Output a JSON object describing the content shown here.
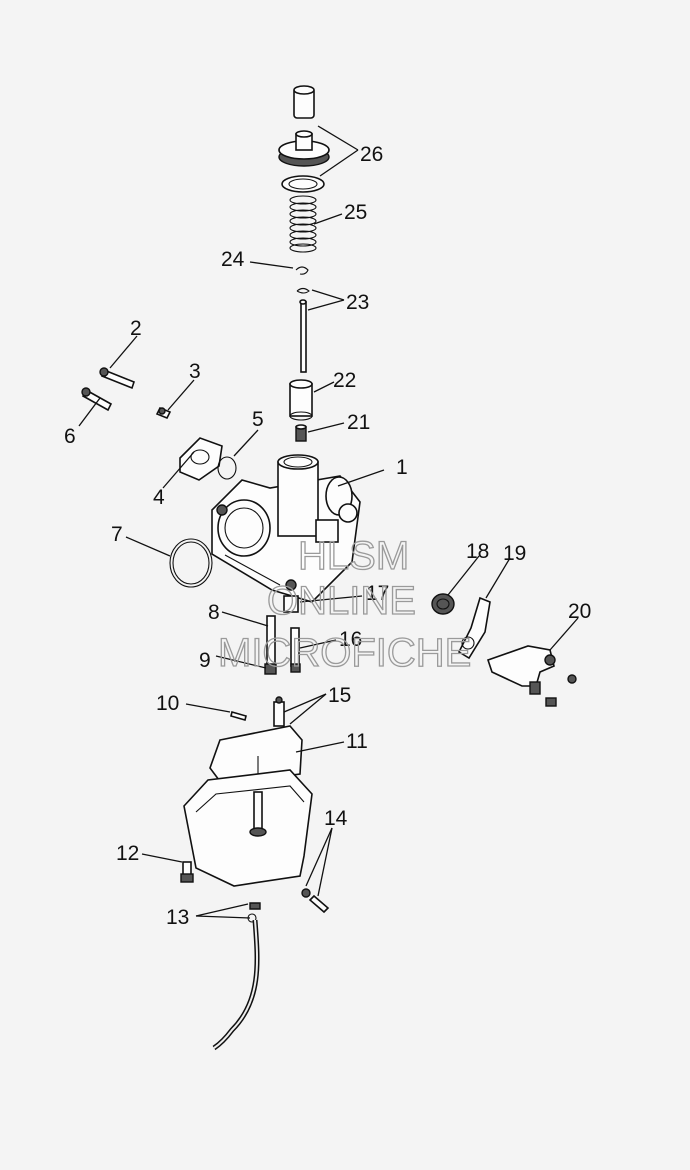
{
  "diagram": {
    "callouts": [
      "1",
      "2",
      "3",
      "4",
      "5",
      "6",
      "7",
      "8",
      "9",
      "10",
      "11",
      "12",
      "13",
      "14",
      "15",
      "16",
      "17",
      "18",
      "19",
      "20",
      "21",
      "22",
      "23",
      "24",
      "25",
      "26"
    ]
  },
  "watermark": {
    "line1": "HLSM",
    "line2": "ONLINE",
    "line3": "MICROFICHE"
  }
}
